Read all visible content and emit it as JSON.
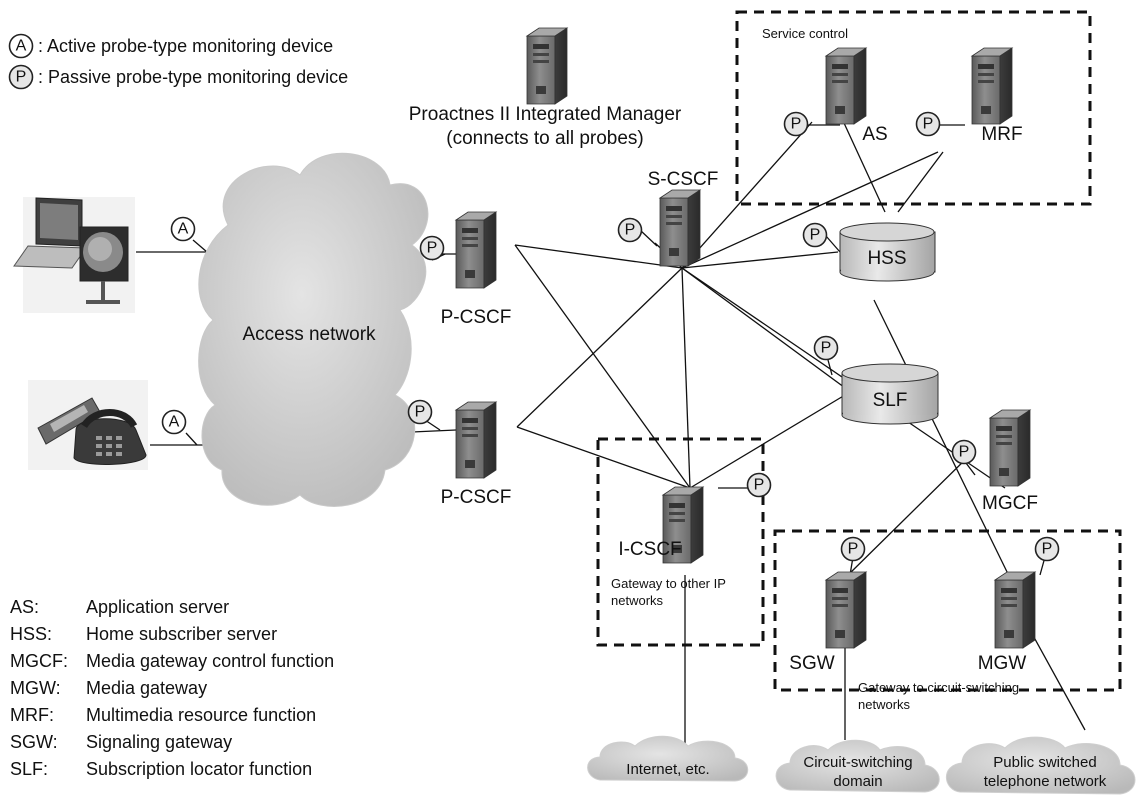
{
  "legend_probes": [
    {
      "letter": "A",
      "text": ": Active probe-type monitoring device"
    },
    {
      "letter": "P",
      "text": ": Passive probe-type monitoring device"
    }
  ],
  "manager": {
    "line1": "Proactnes II Integrated Manager",
    "line2": "(connects to all probes)"
  },
  "nodes": {
    "s_cscf": "S-CSCF",
    "p_cscf_top": "P-CSCF",
    "p_cscf_bottom": "P-CSCF",
    "i_cscf": "I-CSCF",
    "as": "AS",
    "mrf": "MRF",
    "hss": "HSS",
    "slf": "SLF",
    "mgcf": "MGCF",
    "sgw": "SGW",
    "mgw": "MGW"
  },
  "access_network": "Access network",
  "boxes": {
    "service_control": "Service control",
    "gateway_ip_1": "Gateway to other IP",
    "gateway_ip_2": "networks",
    "gateway_cs_1": "Gateway to circuit-switching",
    "gateway_cs_2": "networks"
  },
  "clouds": {
    "internet": "Internet, etc.",
    "cs_domain_1": "Circuit-switching",
    "cs_domain_2": "domain",
    "pstn_1": "Public switched",
    "pstn_2": "telephone network"
  },
  "probe_letters": {
    "active": "A",
    "passive": "P"
  },
  "abbreviations": [
    {
      "abbr": "AS:",
      "full": "Application server"
    },
    {
      "abbr": "HSS:",
      "full": "Home subscriber server"
    },
    {
      "abbr": "MGCF:",
      "full": "Media gateway control function"
    },
    {
      "abbr": "MGW:",
      "full": "Media gateway"
    },
    {
      "abbr": "MRF:",
      "full": "Multimedia resource function"
    },
    {
      "abbr": "SGW:",
      "full": "Signaling gateway"
    },
    {
      "abbr": "SLF:",
      "full": "Subscription locator function"
    }
  ]
}
